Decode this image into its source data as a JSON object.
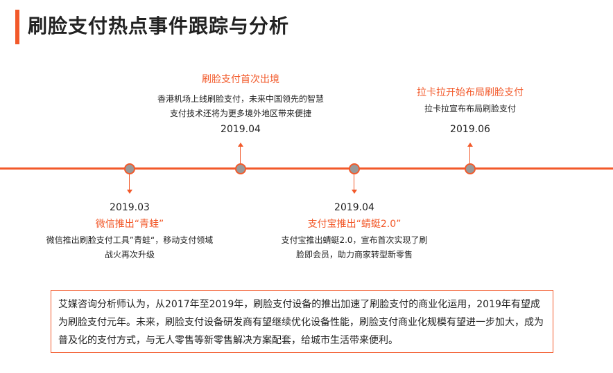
{
  "header": {
    "title": "刷脸支付热点事件跟踪与分析"
  },
  "events": [
    {
      "date": "2019.03",
      "title": "微信推出“青蛙”",
      "description": "微信推出刷脸支付工具”青蛙“，移动支付领域战火再次升级"
    },
    {
      "date": "2019.04",
      "title": "刷脸支付首次出境",
      "description": "香港机场上线刷脸支付，未来中国领先的智慧支付技术还将为更多境外地区带来便捷"
    },
    {
      "date": "2019.04",
      "title": "支付宝推出“蜻蜓2.0”",
      "description": "支付宝推出蜻蜓2.0，宣布首次实现了刷脸即会员，助力商家转型新零售"
    },
    {
      "date": "2019.06",
      "title": "拉卡拉开始布局刷脸支付",
      "description": "拉卡拉宣布布局刷脸支付"
    }
  ],
  "summary": {
    "text": "艾媒咨询分析师认为，从2017年至2019年，刷脸支付设备的推出加速了刷脸支付的商业化运用，2019年有望成为刷脸支付元年。未来，刷脸支付设备研发商有望继续优化设备性能，刷脸支付商业化规模有望进一步加大，成为普及化的支付方式，与无人零售等新零售解决方案配套，给城市生活带来便利。"
  },
  "colors": {
    "accent": "#f2592a",
    "dot_fill": "#999999",
    "text": "#222222"
  }
}
